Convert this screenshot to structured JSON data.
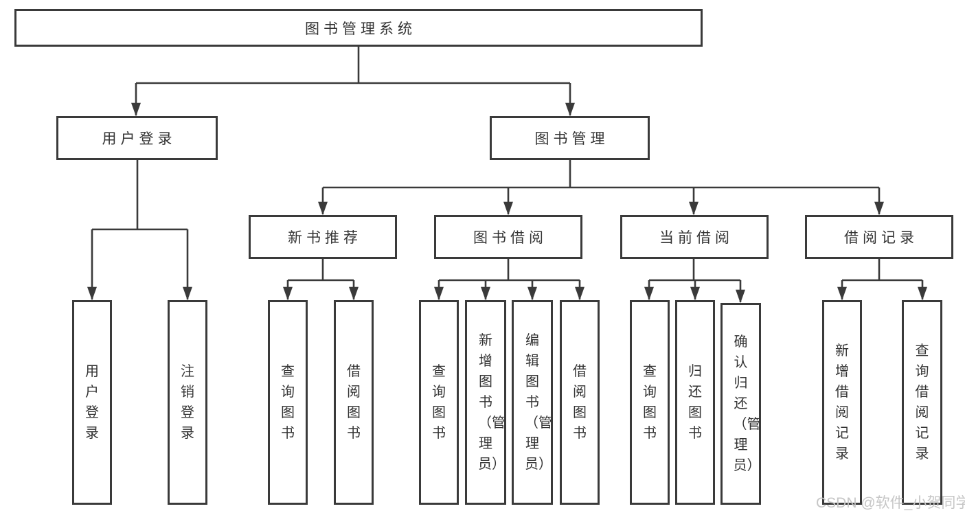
{
  "tree": {
    "label": "图书管理系统",
    "children": [
      {
        "label": "用户登录",
        "children": [
          {
            "label": "用户登录"
          },
          {
            "label": "注销登录"
          }
        ]
      },
      {
        "label": "图书管理",
        "children": [
          {
            "label": "新书推荐",
            "children": [
              {
                "label": "查询图书"
              },
              {
                "label": "借阅图书"
              }
            ]
          },
          {
            "label": "图书借阅",
            "children": [
              {
                "label": "查询图书"
              },
              {
                "label": "新增图书（管理员）"
              },
              {
                "label": "编辑图书（管理员）"
              },
              {
                "label": "借阅图书"
              }
            ]
          },
          {
            "label": "当前借阅",
            "children": [
              {
                "label": "查询图书"
              },
              {
                "label": "归还图书"
              },
              {
                "label": "确认归还（管理员）"
              }
            ]
          },
          {
            "label": "借阅记录",
            "children": [
              {
                "label": "新增借阅记录"
              },
              {
                "label": "查询借阅记录"
              }
            ]
          }
        ]
      }
    ]
  },
  "watermark": {
    "text": "CSDN @软件_小贺同学"
  },
  "colors": {
    "line": "#3a3a3a",
    "text": "#333333",
    "box_background": "#ffffff",
    "watermark": "#c6c6c6"
  }
}
